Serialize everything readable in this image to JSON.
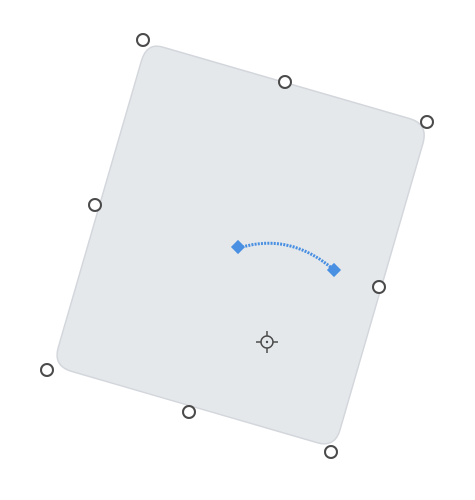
{
  "canvas": {
    "background": "#ffffff"
  },
  "shape": {
    "type": "rounded-rectangle",
    "rotation_degrees": 16,
    "fill": "#e5e8eb",
    "stroke": "#d3d7dc"
  },
  "handles": {
    "count": 8,
    "fill": "#ffffff",
    "stroke": "#4a4a4a"
  },
  "rotation_handle": {
    "icon": "rotate-arc-icon",
    "color": "#4a90e2"
  },
  "pivot": {
    "icon": "crosshair-icon",
    "color": "#4a4a4a"
  }
}
